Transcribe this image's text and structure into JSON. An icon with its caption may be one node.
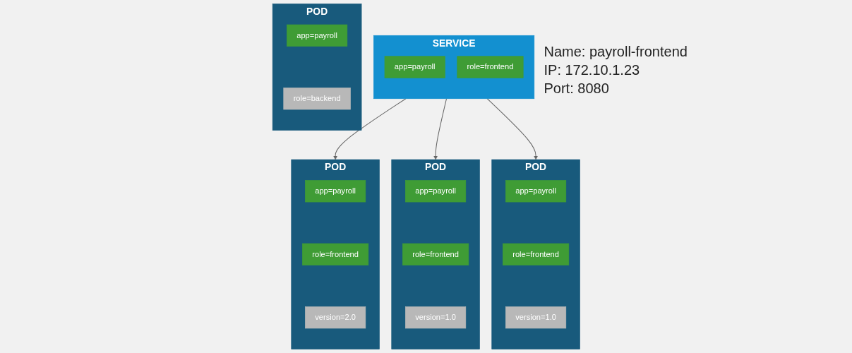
{
  "diagram": {
    "nodes": [
      {
        "text": [
          "SERVICE"
        ],
        "beside": [
          "Name: payroll-frontend",
          "IP: 172.10.1.23",
          "Port: 8080"
        ]
      },
      {
        "text": [
          "app=payroll"
        ],
        "in": 0
      },
      {
        "text": [
          "role=frontend"
        ],
        "in": 0
      },
      {
        "text": [
          "POD"
        ]
      },
      {
        "text": [
          "app=payroll"
        ],
        "in": 3
      },
      {
        "text": [
          "role=frontend"
        ],
        "in": 3
      },
      {
        "text": [
          "version=2.0"
        ],
        "in": 3
      },
      {
        "text": [
          "POD"
        ]
      },
      {
        "text": [
          "app=payroll"
        ],
        "in": 7
      },
      {
        "text": [
          "role=frontend"
        ],
        "in": 7
      },
      {
        "text": [
          "version=1.0"
        ],
        "in": 7
      },
      {
        "text": [
          "POD"
        ]
      },
      {
        "text": [
          "app=payroll"
        ],
        "in": 11
      },
      {
        "text": [
          "role=frontend"
        ],
        "in": 11
      },
      {
        "text": [
          "version=1.0"
        ],
        "in": 11
      },
      {
        "text": [
          "POD"
        ]
      },
      {
        "text": [
          "app=payroll"
        ],
        "in": 15
      },
      {
        "text": [
          "role=backend"
        ],
        "in": 15
      }
    ],
    "edges": [
      {
        "from": 0,
        "to": 3,
        "arrow": "to"
      },
      {
        "from": 0,
        "to": 7,
        "arrow": "to"
      },
      {
        "from": 0,
        "to": 11,
        "arrow": "to"
      }
    ]
  }
}
